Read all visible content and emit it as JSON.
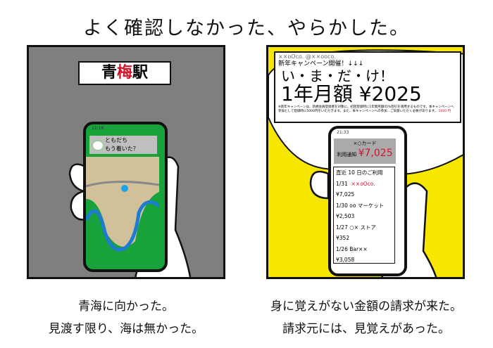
{
  "title": "よく確認しなかった、やらかした。",
  "left": {
    "sign": {
      "part1": "青",
      "part2": "梅",
      "part3": "駅"
    },
    "phone": {
      "time": "11:16",
      "sender": "ともだち",
      "message": "もう着いた？"
    },
    "caption": [
      "青海に向かった。",
      "見渡す限り、海は無かった。"
    ]
  },
  "right": {
    "poster": {
      "account": "××oOco. @××ooco.",
      "headline": "新年キャンペーン開催！↓↓↓",
      "slogan": "い・ま・だ・け！",
      "price": "1年月額 ¥2025",
      "fine_print": "※新年キャンペーンは、新規会員登録者を対象に、初回登録時に1年間月額45%割引を適用するものです。本キャンペーンへ参加として登録時に5000円をいただきます。また、本キャンペーンへの参加…ご同意いただく必要があります。",
      "highlight": "5000 円"
    },
    "phone": {
      "time": "21:33",
      "card_name": "×○カード",
      "notice_label": "利用通知",
      "notice_amount": "¥7,025",
      "list_header": "直近 10 日のご利用",
      "items": [
        {
          "date": "1/31",
          "merchant": "××oOco.",
          "amount": "¥7,025"
        },
        {
          "date": "1/30",
          "merchant": "oo マーケット",
          "amount": "¥2,503"
        },
        {
          "date": "1/27",
          "merchant": "○× ストア",
          "amount": "¥352"
        },
        {
          "date": "1/26",
          "merchant": "Bar××",
          "amount": "¥3,058"
        }
      ]
    },
    "caption": [
      "身に覚えがない金額の請求が来た。",
      "請求元には、見覚えがあった。"
    ]
  },
  "colors": {
    "yellow": "#f6e600",
    "green": "#17a33a",
    "red": "#d0142c",
    "gray": "#7f7f7f"
  }
}
